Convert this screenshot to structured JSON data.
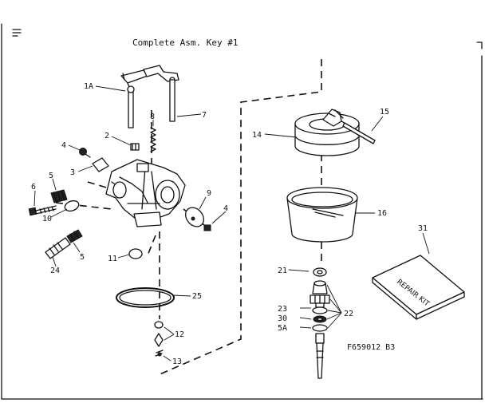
{
  "title": "Complete Asm. Key #1",
  "figure_code": "F659012 B3",
  "kit_text": "REPAIR KIT",
  "labels": {
    "l1A": "1A",
    "l7": "7",
    "l8": "8",
    "l2": "2",
    "l4a": "4",
    "l3": "3",
    "l5a": "5",
    "l6": "6",
    "l10": "10",
    "l5b": "5",
    "l24": "24",
    "l11": "11",
    "l9": "9",
    "l4b": "4",
    "l25": "25",
    "l12": "12",
    "l13": "13",
    "l14": "14",
    "l15": "15",
    "l16": "16",
    "l31": "31",
    "l21": "21",
    "l23": "23",
    "l30": "30",
    "l5A": "5A",
    "l22": "22"
  }
}
